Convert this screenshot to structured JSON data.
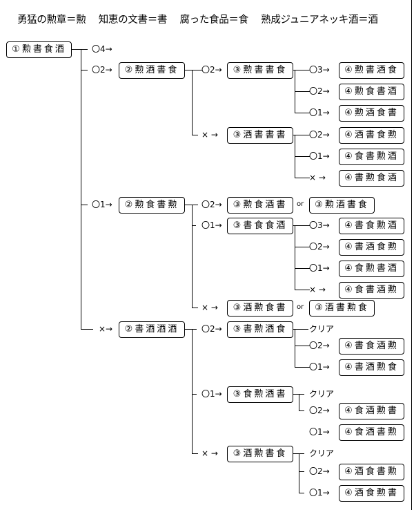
{
  "legend": [
    "勇猛の勲章＝勲",
    "知恵の文書＝書",
    "腐った食品＝食",
    "熟成ジュニアネッキ酒＝酒"
  ],
  "tree": {
    "root": "①勲書食酒",
    "edges": {
      "o4": "〇4→",
      "o2": "〇2→",
      "o1": "〇1→",
      "x": "×→"
    },
    "n2a": {
      "label": "②勲酒書食",
      "edge": "〇2→",
      "n3a": {
        "edge": "〇2→",
        "label": "③勲書書食",
        "children": [
          {
            "edge": "〇3→",
            "label": "④勲書酒食"
          },
          {
            "edge": "〇2→",
            "label": "④勲食書酒"
          },
          {
            "edge": "〇1→",
            "label": "④勲酒食書"
          }
        ]
      },
      "n3b": {
        "edge": "× →",
        "label": "③酒書書書",
        "children": [
          {
            "edge": "〇2→",
            "label": "④酒書食勲"
          },
          {
            "edge": "〇1→",
            "label": "④食書勲酒"
          },
          {
            "edge": "× →",
            "label": "④書勲食酒"
          }
        ]
      }
    },
    "n2b": {
      "label": "②勲食書勲",
      "edge": "〇1→",
      "n3a": {
        "edge": "〇2→",
        "label": "③勲食酒書",
        "or": "or",
        "alt": "③勲酒書食"
      },
      "n3b": {
        "edge": "〇1→",
        "label": "③書食食酒",
        "children": [
          {
            "edge": "〇3→",
            "label": "④書食勲酒"
          },
          {
            "edge": "〇2→",
            "label": "④書酒食勲"
          },
          {
            "edge": "〇1→",
            "label": "④食勲書酒"
          },
          {
            "edge": "× →",
            "label": "④食書酒勲"
          }
        ]
      },
      "n3c": {
        "edge": "× →",
        "label": "③酒勲食書",
        "or": "or",
        "alt": "③酒書勲食"
      }
    },
    "n2c": {
      "label": "②書酒酒酒",
      "edge": "×→",
      "n3a": {
        "edge": "〇2→",
        "label": "③書勲酒食",
        "clear": "クリア",
        "children": [
          {
            "edge": "〇2→",
            "label": "④書食酒勲"
          },
          {
            "edge": "〇1→",
            "label": "④書酒勲食"
          }
        ]
      },
      "n3b": {
        "edge": "〇1→",
        "label": "③食勲酒書",
        "clear": "クリア",
        "children": [
          {
            "edge": "〇2→",
            "label": "④食酒勲書"
          },
          {
            "edge": "〇1→",
            "label": "④食酒書勲"
          }
        ]
      },
      "n3c": {
        "edge": "× →",
        "label": "③酒勲書食",
        "clear": "クリア",
        "children": [
          {
            "edge": "〇2→",
            "label": "④酒食書勲"
          },
          {
            "edge": "〇1→",
            "label": "④酒食勲書"
          }
        ]
      }
    }
  }
}
